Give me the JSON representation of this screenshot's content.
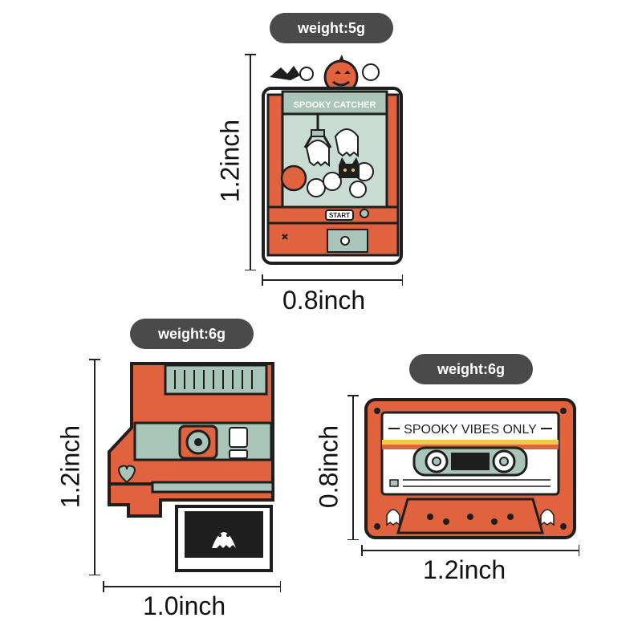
{
  "pins": [
    {
      "weight": "weight:5g",
      "height_label": "1.2inch",
      "width_label": "0.8inch",
      "sign_text": "SPOOKY CATCHER",
      "button_text": "START"
    },
    {
      "weight": "weight:6g",
      "height_label": "1.2inch",
      "width_label": "1.0inch"
    },
    {
      "weight": "weight:6g",
      "height_label": "0.8inch",
      "width_label": "1.2inch",
      "tape_text": "SPOOKY VIBES ONLY"
    }
  ],
  "colors": {
    "orange": "#e0623f",
    "sage": "#a9c4b8",
    "outline": "#1e1e1e",
    "badge": "#4a4a4a",
    "yellow": "#f2c84b"
  }
}
